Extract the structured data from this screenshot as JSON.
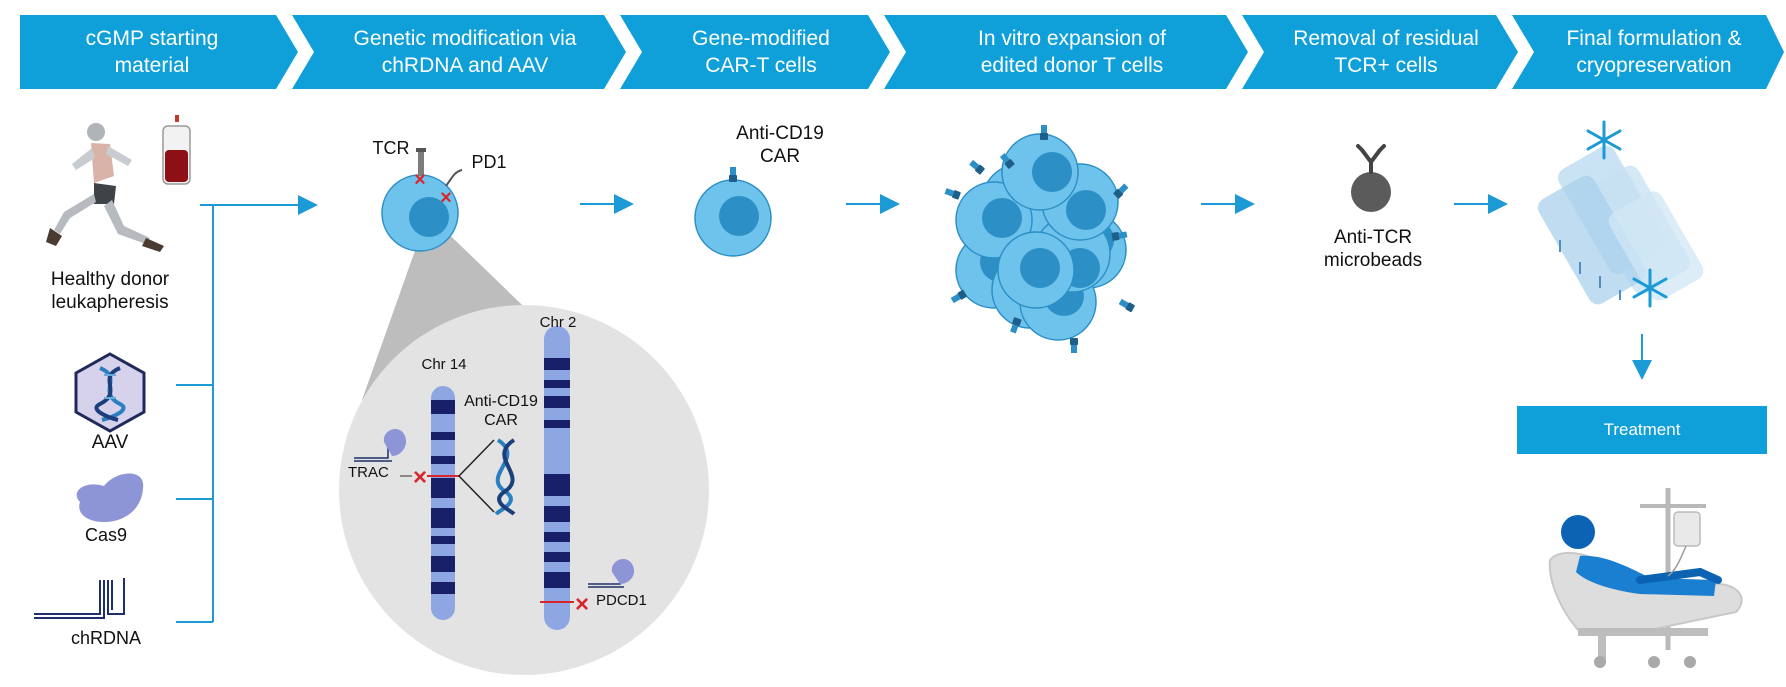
{
  "colors": {
    "banner": "#0fa0d9",
    "arrow": "#1b9ad6",
    "cell_outer": "#6ec3ec",
    "cell_inner": "#2c8fc6",
    "chromosome_light": "#8ea6e2",
    "chromosome_dark": "#18206a",
    "cut_mark": "#d9262c",
    "zoom_circle": "#e3e3e3"
  },
  "steps": [
    {
      "line1": "cGMP starting",
      "line2": "material"
    },
    {
      "line1": "Genetic modification via",
      "line2": "chRDNA and AAV"
    },
    {
      "line1": "Gene-modified",
      "line2": "CAR-T cells"
    },
    {
      "line1": "In vitro expansion of",
      "line2": "edited donor T cells"
    },
    {
      "line1": "Removal of residual",
      "line2": "TCR+ cells"
    },
    {
      "line1": "Final formulation &",
      "line2": "cryopreservation"
    }
  ],
  "inputs": {
    "donor_line1": "Healthy donor",
    "donor_line2": "leukapheresis",
    "aav": "AAV",
    "cas9": "Cas9",
    "chrdna": "chRDNA"
  },
  "modification": {
    "tcr": "TCR",
    "pd1": "PD1",
    "chr14": "Chr 14",
    "chr2": "Chr 2",
    "car_line1": "Anti-CD19",
    "car_line2": "CAR",
    "trac": "TRAC",
    "pdcd1": "PDCD1"
  },
  "car_cell": {
    "line1": "Anti-CD19",
    "line2": "CAR"
  },
  "beads": {
    "line1": "Anti-TCR",
    "line2": "microbeads"
  },
  "treatment": "Treatment",
  "icons": [
    "runner-icon",
    "blood-bag-icon",
    "dna-icon",
    "cas9-protein-icon",
    "chrdna-icon",
    "t-cell-icon",
    "microbead-icon",
    "cryobag-icon",
    "snowflake-icon",
    "patient-infusion-icon"
  ]
}
